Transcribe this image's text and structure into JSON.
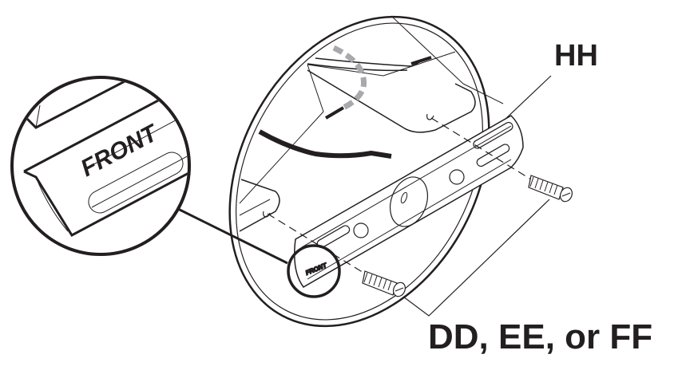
{
  "diagram": {
    "type": "installation-illustration",
    "subject": "Mounting bracket attached to ceiling outlet box",
    "colors": {
      "line": "#231f20",
      "ground_wire_dashed": "#a7a9ac",
      "background": "#ffffff"
    },
    "labels": {
      "bracket": "HH",
      "screws": "DD, EE, or FF"
    },
    "callout": {
      "magnified_text": "FRONT",
      "bracket_marking": "FRONT"
    },
    "components": [
      {
        "id": "outlet-box",
        "description": "Round ceiling outlet box with wires"
      },
      {
        "id": "black-wire",
        "description": "Black supply wire"
      },
      {
        "id": "white-wire",
        "description": "White supply wire"
      },
      {
        "id": "ground-wire",
        "description": "Ground wire (dashed gray)"
      },
      {
        "id": "mounting-bracket",
        "label": "HH"
      },
      {
        "id": "screw-upper",
        "label": "DD, EE, or FF"
      },
      {
        "id": "screw-lower",
        "label": "DD, EE, or FF"
      },
      {
        "id": "magnifier-callout",
        "text": "FRONT"
      }
    ]
  }
}
